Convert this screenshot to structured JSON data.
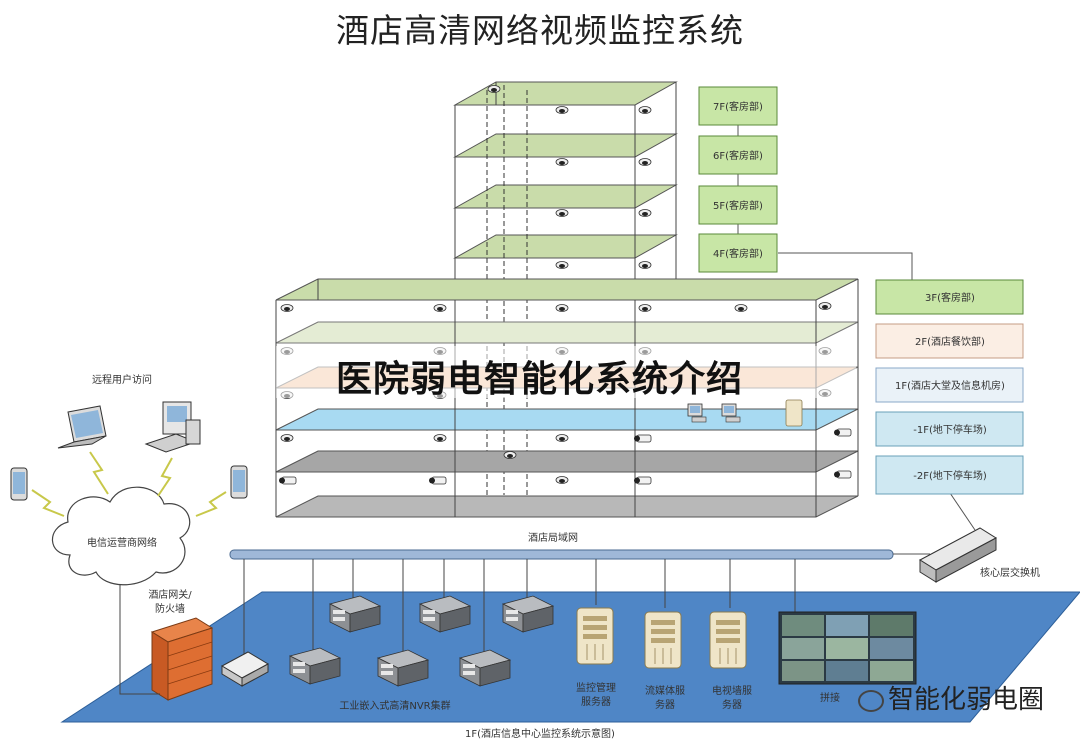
{
  "title": "酒店高清网络视频监控系统",
  "banner": "医院弱电智能化系统介绍",
  "watermark": "智能化弱电圈",
  "floor_labels": {
    "f7": "7F(客房部)",
    "f6": "6F(客房部)",
    "f5": "5F(客房部)",
    "f4": "4F(客房部)",
    "f3": "3F(客房部)",
    "f2": "2F(酒店餐饮部)",
    "f1": "1F(酒店大堂及信息机房)",
    "b1": "-1F(地下停车场)",
    "b2": "-2F(地下停车场)"
  },
  "labels": {
    "remote_access": "远程用户访问",
    "telecom_network": "电信运营商网络",
    "hotel_gateway_1": "酒店网关/",
    "hotel_gateway_2": "防火墙",
    "hotel_lan": "酒店局域网",
    "core_switch": "核心层交换机",
    "nvr_cluster": "工业嵌入式高清NVR集群",
    "monitor_server_1": "监控管理",
    "monitor_server_2": "服务器",
    "stream_server_1": "流媒体服",
    "stream_server_2": "务器",
    "tvwall_server_1": "电视墙服",
    "tvwall_server_2": "务器",
    "splice": "拼接",
    "center_caption": "1F(酒店信息中心监控系统示意图)"
  },
  "colors": {
    "green_floor": "#c9dcaa",
    "green_box": "#c8e6a6",
    "peach_floor": "#f3c9a8",
    "blue_floor": "#a8daf2",
    "gray_floor": "#a6a6a6",
    "platform": "#4f86c6",
    "bus": "#9fb8d8"
  },
  "icons": [
    "dome-camera-icon",
    "bullet-camera-icon",
    "laptop-icon",
    "desktop-icon",
    "phone-icon",
    "cloud-icon",
    "firewall-icon",
    "router-icon",
    "switch-icon",
    "nvr-icon",
    "server-icon",
    "video-wall-icon"
  ]
}
